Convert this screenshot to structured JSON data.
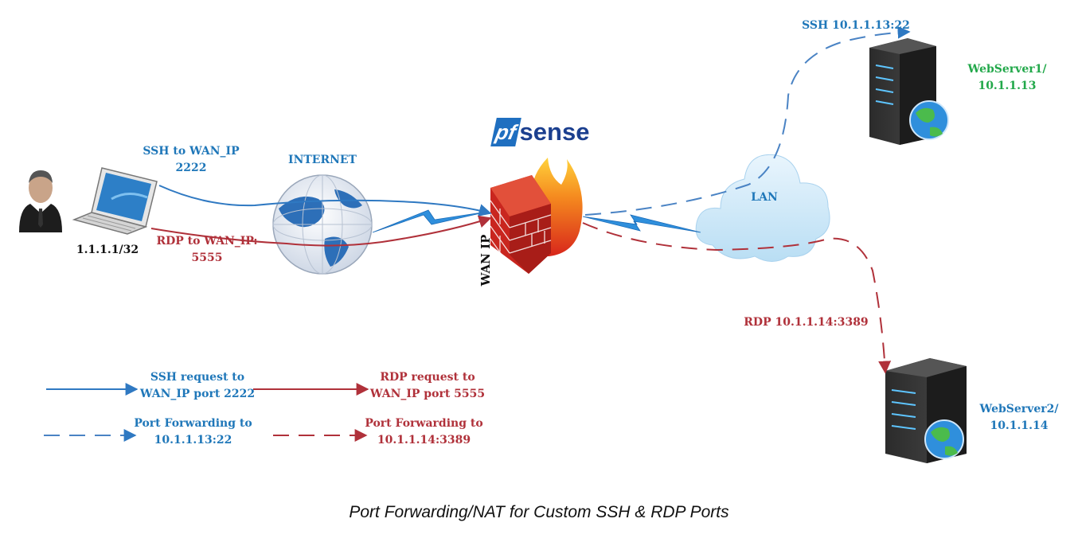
{
  "labels": {
    "ssh_wan": "SSH to WAN_IP\n2222",
    "internet": "INTERNET",
    "rdp_wan": "RDP to WAN_IP:\n5555",
    "client_ip": "1.1.1.1/32",
    "pfsense_pf": "pf",
    "pfsense_rest": "sense",
    "wan_ip": "WAN IP",
    "lan": "LAN",
    "ssh_forward": "SSH 10.1.1.13:22",
    "rdp_forward": "RDP 10.1.1.14:3389",
    "webserver1": "WebServer1/\n10.1.1.13",
    "webserver2": "WebServer2/\n10.1.1.14"
  },
  "legend": {
    "ssh_request": "SSH request to\nWAN_IP port 2222",
    "rdp_request": "RDP request to\nWAN_IP port 5555",
    "ssh_port_forward": "Port Forwarding to\n10.1.1.13:22",
    "rdp_port_forward": "Port Forwarding to\n10.1.1.14:3389"
  },
  "caption": "Port Forwarding/NAT for Custom SSH & RDP Ports",
  "colors": {
    "ssh": "#2f79c2",
    "rdp": "#b0313a",
    "server_name_1": "#22a84a",
    "server_name_2": "#1f77b9",
    "pfsense_blue": "#1f6fc0"
  },
  "icons": [
    "user-icon",
    "laptop-icon",
    "globe-icon",
    "firewall-icon",
    "cloud-icon",
    "server-icon"
  ]
}
